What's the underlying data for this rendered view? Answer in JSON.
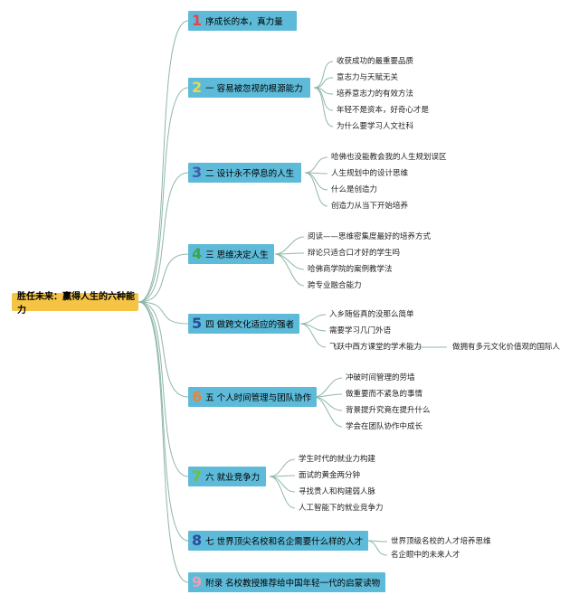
{
  "root": {
    "label": "胜任未来：赢得人生的六种能力"
  },
  "branches": [
    {
      "num": "1",
      "num_color": "#e8434b",
      "label": "序成长的本，真力量",
      "leaves": []
    },
    {
      "num": "2",
      "num_color": "#e8d94b",
      "label": "一 容易被忽视的根源能力",
      "leaves": [
        "收获成功的最重要品质",
        "意志力与天赋无关",
        "培养意志力的有效方法",
        "年轻不是资本，好奇心才是",
        "为什么要学习人文社科"
      ]
    },
    {
      "num": "3",
      "num_color": "#3c5fb0",
      "label": "二 设计永不停息的人生",
      "leaves": [
        "哈佛也没能教会我的人生规划误区",
        "人生规划中的设计思维",
        "什么是创造力",
        "创造力从当下开始培养"
      ]
    },
    {
      "num": "4",
      "num_color": "#3aa64a",
      "label": "三 思维决定人生",
      "leaves": [
        "阅读——思维密集度最好的培养方式",
        "辩论只适合口才好的学生吗",
        "哈佛商学院的案例教学法",
        "跨专业融合能力"
      ]
    },
    {
      "num": "5",
      "num_color": "#2a4d9a",
      "label": "四 做跨文化适应的强者",
      "leaves": [
        "入乡随俗真的没那么简单",
        "需要学习几门外语",
        "飞跃中西方课堂的学术能力"
      ],
      "sub": "做拥有多元文化价值观的国际人"
    },
    {
      "num": "6",
      "num_color": "#e8843b",
      "label": "五 个人时间管理与团队协作",
      "leaves": [
        "冲破时间管理的劳墙",
        "做重要而不紧急的事情",
        "背景提升究竟在提升什么",
        "学会在团队协作中成长"
      ]
    },
    {
      "num": "7",
      "num_color": "#6fbf3f",
      "label": "六 就业竞争力",
      "leaves": [
        "学生时代的就业力构建",
        "面试的黄金两分钟",
        "寻找贵人和构建弱人脉",
        "人工智能下的就业竞争力"
      ]
    },
    {
      "num": "8",
      "num_color": "#2a4d9a",
      "label": "七 世界顶尖名校和名企需要什么样的人才",
      "leaves": [
        "世界顶级名校的人才培养思维",
        "名企眼中的未来人才"
      ]
    },
    {
      "num": "9",
      "num_color": "#e8a0b8",
      "label": "附录 名校教授推荐给中国年轻一代的启蒙读物",
      "leaves": []
    }
  ],
  "colors": {
    "branch_fill": "#5dbad8",
    "root_fill": "#f6c445",
    "line": "#8fb8a8"
  }
}
